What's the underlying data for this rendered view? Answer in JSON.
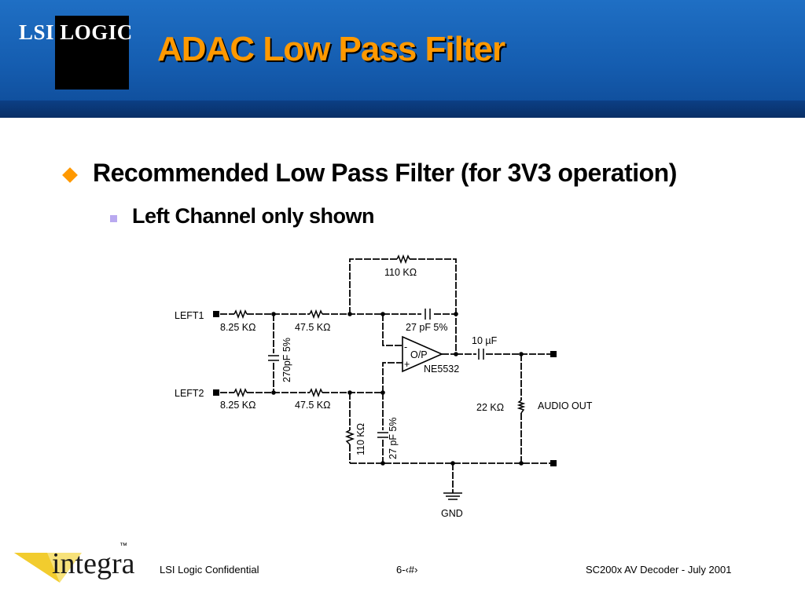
{
  "header": {
    "logo_text": "LSI LOGIC",
    "title": "ADAC Low Pass Filter"
  },
  "content": {
    "bullet_1": "Recommended Low Pass Filter (for 3V3 operation)",
    "bullet_2": "Left Channel only shown"
  },
  "circuit": {
    "left1": "LEFT1",
    "left2": "LEFT2",
    "r_in_1": "8.25 KΩ",
    "r_in_2": "8.25 KΩ",
    "r_mid_1": "47.5 KΩ",
    "r_mid_2": "47.5 KΩ",
    "r_feedback": "110 KΩ",
    "c_feedback": "27 pF 5%",
    "c_shunt": "270pF 5%",
    "opamp_label": "O/P",
    "opamp_part": "NE5532",
    "c_out": "10 µF",
    "r_out": "22 KΩ",
    "audio_out": "AUDIO OUT",
    "r_bottom": "110 KΩ",
    "c_bottom": "27 pF 5%",
    "gnd": "GND",
    "minus": "-",
    "plus": "+"
  },
  "footer": {
    "brand": "integra",
    "trademark": "™",
    "confidential": "LSI Logic Confidential",
    "page": "6-‹#›",
    "doc": "SC200x AV Decoder - July 2001"
  },
  "colors": {
    "accent": "#ff9900",
    "header_blue": "#155db0",
    "sub_bullet": "#b9a9f0"
  }
}
